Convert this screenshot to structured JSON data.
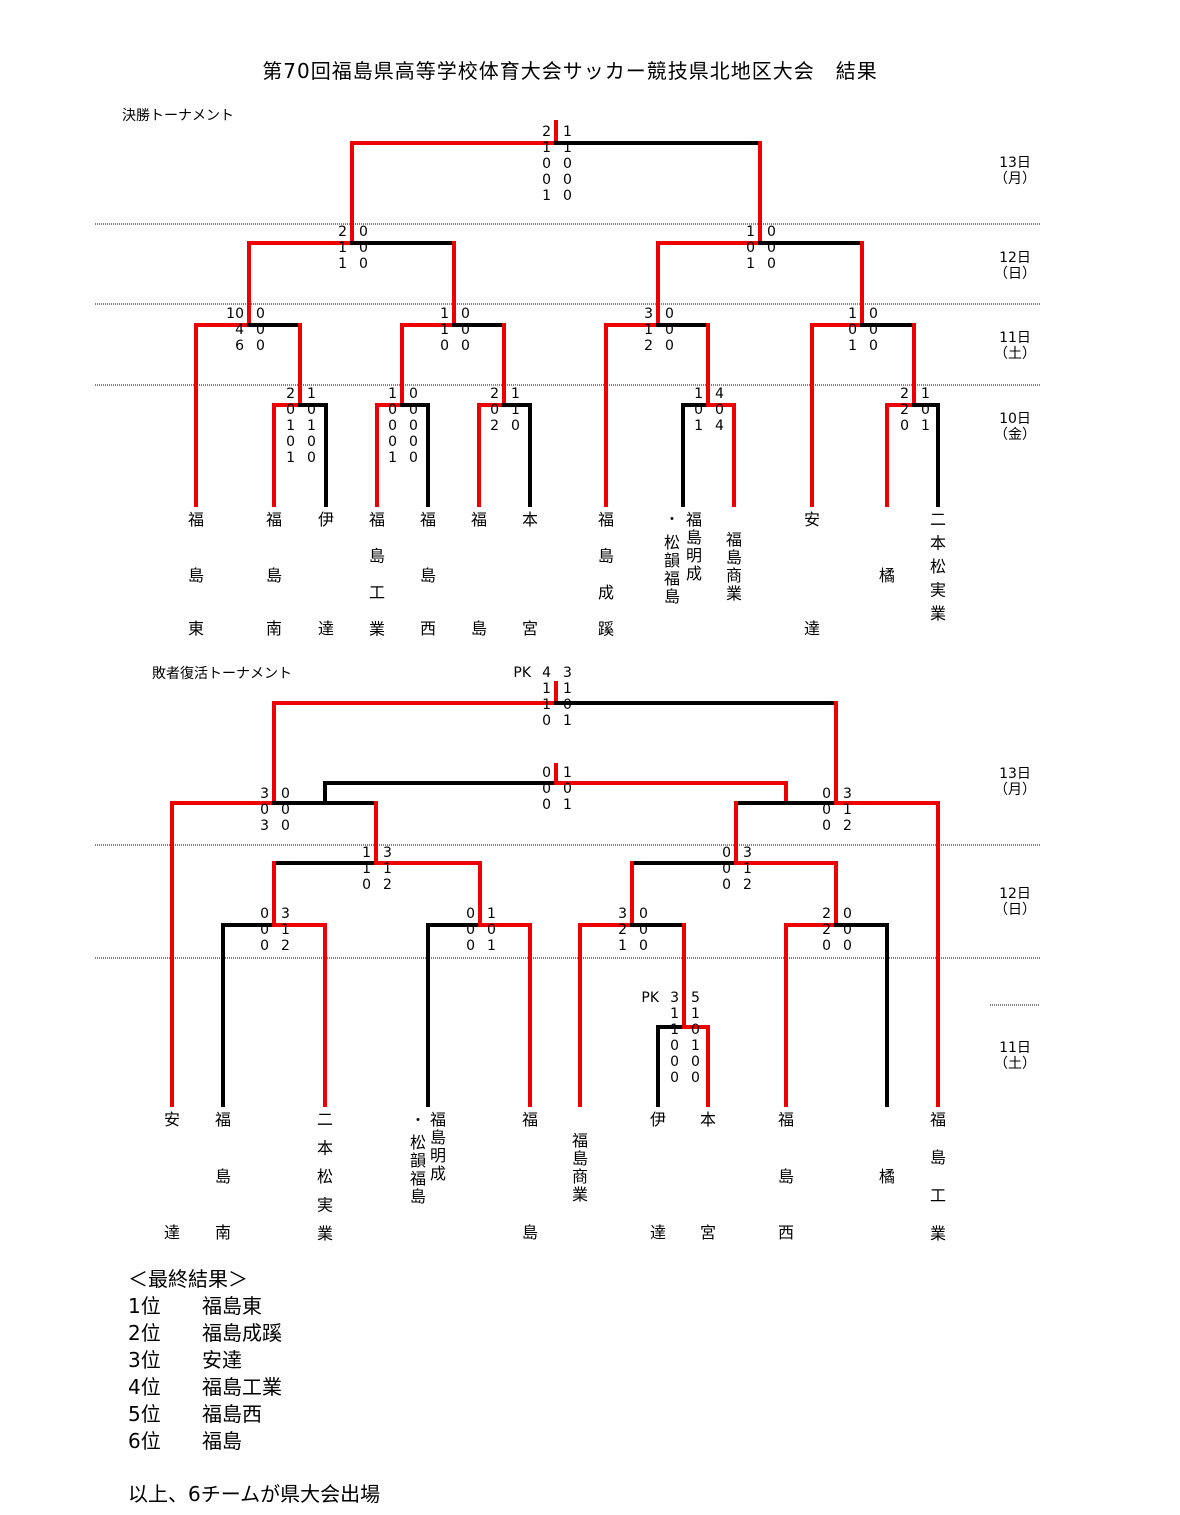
{
  "title": "第70回福島県高等学校体育大会サッカー競技県北地区大会　結果",
  "main_label": "決勝トーナメント",
  "repechage_label": "敗者復活トーナメント",
  "dates": {
    "d13": [
      "13日",
      "（月）"
    ],
    "d12": [
      "12日",
      "（日）"
    ],
    "d11": [
      "11日",
      "（土）"
    ],
    "d10": [
      "10日",
      "（金）"
    ]
  },
  "main_teams": [
    "福島東",
    "福島南",
    "伊達",
    "福島工業",
    "福島西",
    "福島",
    "本宮",
    "福島成蹊",
    "福島明成・松韻福島",
    "福島商業",
    "安達",
    "橘",
    "二本松実業"
  ],
  "rep_teams": [
    "安達",
    "福島南",
    "二本松実業",
    "福島明成・松韻福島",
    "福島",
    "福島商業",
    "伊達",
    "本宮",
    "福島西",
    "橘",
    "福島工業"
  ],
  "main_scores": {
    "final": {
      "l": [
        "2",
        "1",
        "0",
        "0",
        "1"
      ],
      "r": [
        "1",
        "1",
        "0",
        "0",
        "0"
      ]
    },
    "sf_left": {
      "l": [
        "2",
        "1",
        "1"
      ],
      "r": [
        "0",
        "0",
        "0"
      ]
    },
    "sf_right": {
      "l": [
        "1",
        "0",
        "1"
      ],
      "r": [
        "0",
        "0",
        "0"
      ]
    },
    "qf1": {
      "l": [
        "10",
        "4",
        "6"
      ],
      "r": [
        "0",
        "0",
        "0"
      ]
    },
    "qf2": {
      "l": [
        "1",
        "1",
        "0"
      ],
      "r": [
        "0",
        "0",
        "0"
      ]
    },
    "qf3": {
      "l": [
        "3",
        "1",
        "2"
      ],
      "r": [
        "0",
        "0",
        "0"
      ]
    },
    "qf4": {
      "l": [
        "1",
        "0",
        "1"
      ],
      "r": [
        "0",
        "0",
        "0"
      ]
    },
    "r1a": {
      "l": [
        "2",
        "0",
        "1",
        "0",
        "1"
      ],
      "r": [
        "1",
        "0",
        "1",
        "0",
        "0"
      ]
    },
    "r1b": {
      "l": [
        "1",
        "0",
        "0",
        "0",
        "1"
      ],
      "r": [
        "0",
        "0",
        "0",
        "0",
        "0"
      ]
    },
    "r1c": {
      "l": [
        "2",
        "0",
        "2"
      ],
      "r": [
        "1",
        "1",
        "0"
      ]
    },
    "r1d": {
      "l": [
        "1",
        "0",
        "1"
      ],
      "r": [
        "4",
        "0",
        "4"
      ]
    },
    "r1e": {
      "l": [
        "2",
        "2",
        "0"
      ],
      "r": [
        "1",
        "0",
        "1"
      ]
    }
  },
  "rep_scores": {
    "final3": {
      "pk": "PK",
      "l": [
        "4",
        "1",
        "1",
        "0"
      ],
      "r": [
        "3",
        "1",
        "0",
        "1"
      ]
    },
    "final5": {
      "l": [
        "0",
        "0",
        "0"
      ],
      "r": [
        "1",
        "0",
        "1"
      ]
    },
    "m1": {
      "l": [
        "3",
        "0",
        "3"
      ],
      "r": [
        "0",
        "0",
        "0"
      ]
    },
    "m2": {
      "l": [
        "0",
        "0",
        "0"
      ],
      "r": [
        "3",
        "1",
        "2"
      ]
    },
    "s1": {
      "l": [
        "1",
        "1",
        "0"
      ],
      "r": [
        "3",
        "1",
        "2"
      ]
    },
    "s2": {
      "l": [
        "0",
        "0",
        "0"
      ],
      "r": [
        "3",
        "1",
        "2"
      ]
    },
    "q1": {
      "l": [
        "0",
        "0",
        "0"
      ],
      "r": [
        "3",
        "1",
        "2"
      ]
    },
    "q2": {
      "l": [
        "0",
        "0",
        "0"
      ],
      "r": [
        "1",
        "0",
        "1"
      ]
    },
    "q3": {
      "l": [
        "3",
        "2",
        "1"
      ],
      "r": [
        "0",
        "0",
        "0"
      ]
    },
    "q4": {
      "l": [
        "2",
        "2",
        "0"
      ],
      "r": [
        "0",
        "0",
        "0"
      ]
    },
    "r11": {
      "pk": "PK",
      "l": [
        "3",
        "1",
        "1",
        "0",
        "0",
        "0"
      ],
      "r": [
        "5",
        "1",
        "0",
        "1",
        "0",
        "0"
      ]
    }
  },
  "results_heading": "＜最終結果＞",
  "results": [
    {
      "rank": "1位",
      "team": "福島東"
    },
    {
      "rank": "2位",
      "team": "福島成蹊"
    },
    {
      "rank": "3位",
      "team": "安達"
    },
    {
      "rank": "4位",
      "team": "福島工業"
    },
    {
      "rank": "5位",
      "team": "福島西"
    },
    {
      "rank": "6位",
      "team": "福島"
    }
  ],
  "footer": "以上、6チームが県大会出場",
  "colors": {
    "winner": "#ee0000",
    "loser": "#000000"
  }
}
